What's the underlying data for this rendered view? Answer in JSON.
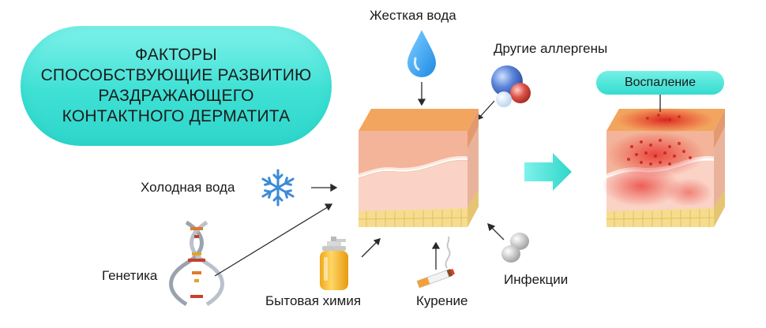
{
  "title": {
    "lines": [
      "ФАКТОРЫ",
      "СПОСОБСТВУЮЩИЕ РАЗВИТИЮ",
      "РАЗДРАЖАЮЩЕГО",
      "КОНТАКТНОГО ДЕРМАТИТА"
    ]
  },
  "factors": {
    "hard_water": "Жесткая вода",
    "allergens": "Другие аллергены",
    "cold_water": "Холодная вода",
    "genetics": "Генетика",
    "household_chemicals": "Бытовая химия",
    "smoking": "Курение",
    "infections": "Инфекции"
  },
  "result": {
    "badge": "Воспаление"
  },
  "colors": {
    "accent": "#35dccf",
    "skin_top": "#f2a55e",
    "skin_epidermis": "#f3b49a",
    "skin_dermis": "#fad3c6",
    "fat": "#f6dc8e",
    "inflammation": "#e8322c",
    "arrow": "#4fe3d8"
  }
}
